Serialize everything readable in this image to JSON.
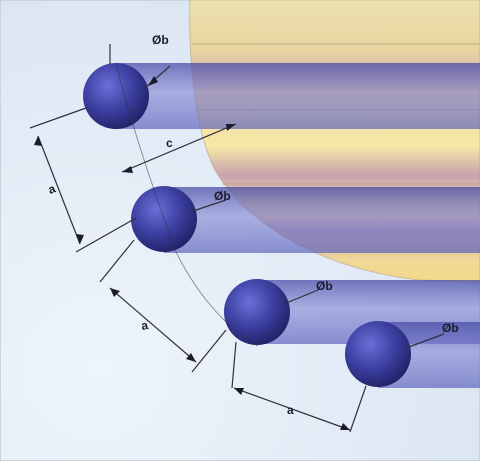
{
  "labels": {
    "diameter_top": "Øb",
    "diameter_mid": "Øb",
    "diameter_low": "Øb",
    "diameter_right": "Øb",
    "a_upper_left": "a",
    "a_mid_left": "a",
    "a_bottom": "a",
    "c_gap": "c"
  },
  "colors": {
    "background": "#e8f0f8",
    "sphere_top": "#ecdca4",
    "sphere_band_dark": "#c8a0a8",
    "sphere_band_light": "#f6e6a6",
    "rod": "#4d4fb0",
    "rod_body": "#6f73c8",
    "dimension_line": "#30303c"
  }
}
